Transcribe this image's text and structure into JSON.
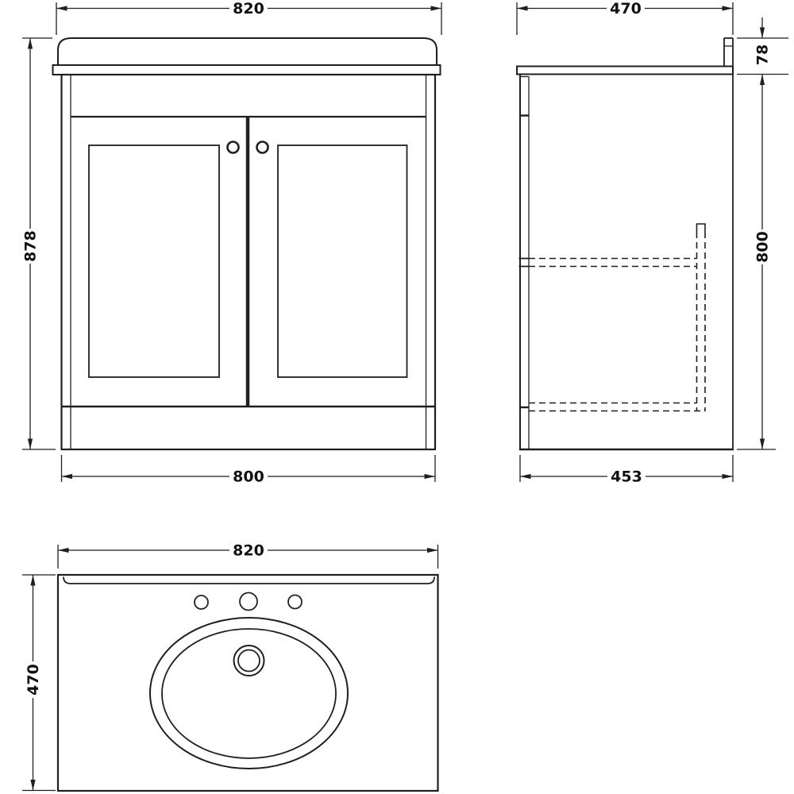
{
  "drawing": {
    "title": "Two-door vanity unit with basin - dimensioned drawing",
    "units": "mm",
    "colors": {
      "background": "#ffffff",
      "line": "#1f1f1f",
      "text": "#111111"
    },
    "views": {
      "front": {
        "name": "front-elevation",
        "dimensions": {
          "top_width": "820",
          "overall_height": "878",
          "cabinet_width": "800"
        }
      },
      "side": {
        "name": "side-elevation",
        "dimensions": {
          "top_depth": "470",
          "worktop_edge_height": "78",
          "cabinet_height": "800",
          "cabinet_depth": "453"
        }
      },
      "plan": {
        "name": "plan-view",
        "dimensions": {
          "width": "820",
          "depth": "470"
        }
      }
    }
  }
}
